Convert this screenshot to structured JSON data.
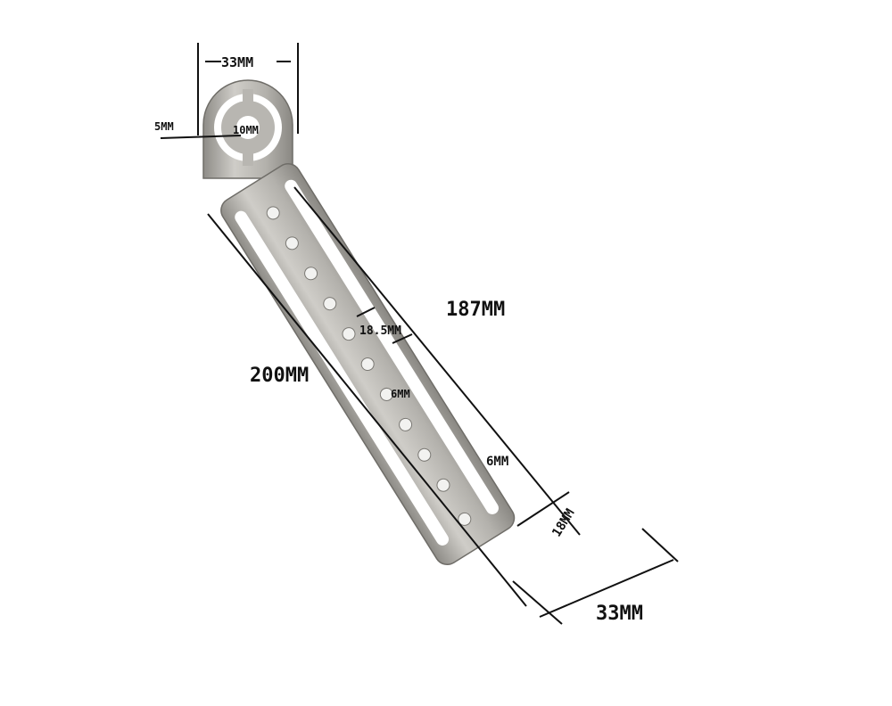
{
  "diagram": {
    "subject": "L-shaped stainless steel mounting bracket",
    "colors": {
      "background": "#ffffff",
      "metal_light": "#c9c7c2",
      "metal_mid": "#a9a7a2",
      "metal_dark": "#7f7d78",
      "dimension_line": "#111111"
    },
    "labels": {
      "top_width": "33MM",
      "ring_offset": "5MM",
      "center_hole": "10MM",
      "inner_slot_length": "187MM",
      "hole_pitch": "18.5MM",
      "hole_diameter_1": "6MM",
      "overall_length": "200MM",
      "hole_diameter_2": "6MM",
      "slot_spacing": "18MM",
      "bottom_width": "33MM"
    }
  }
}
